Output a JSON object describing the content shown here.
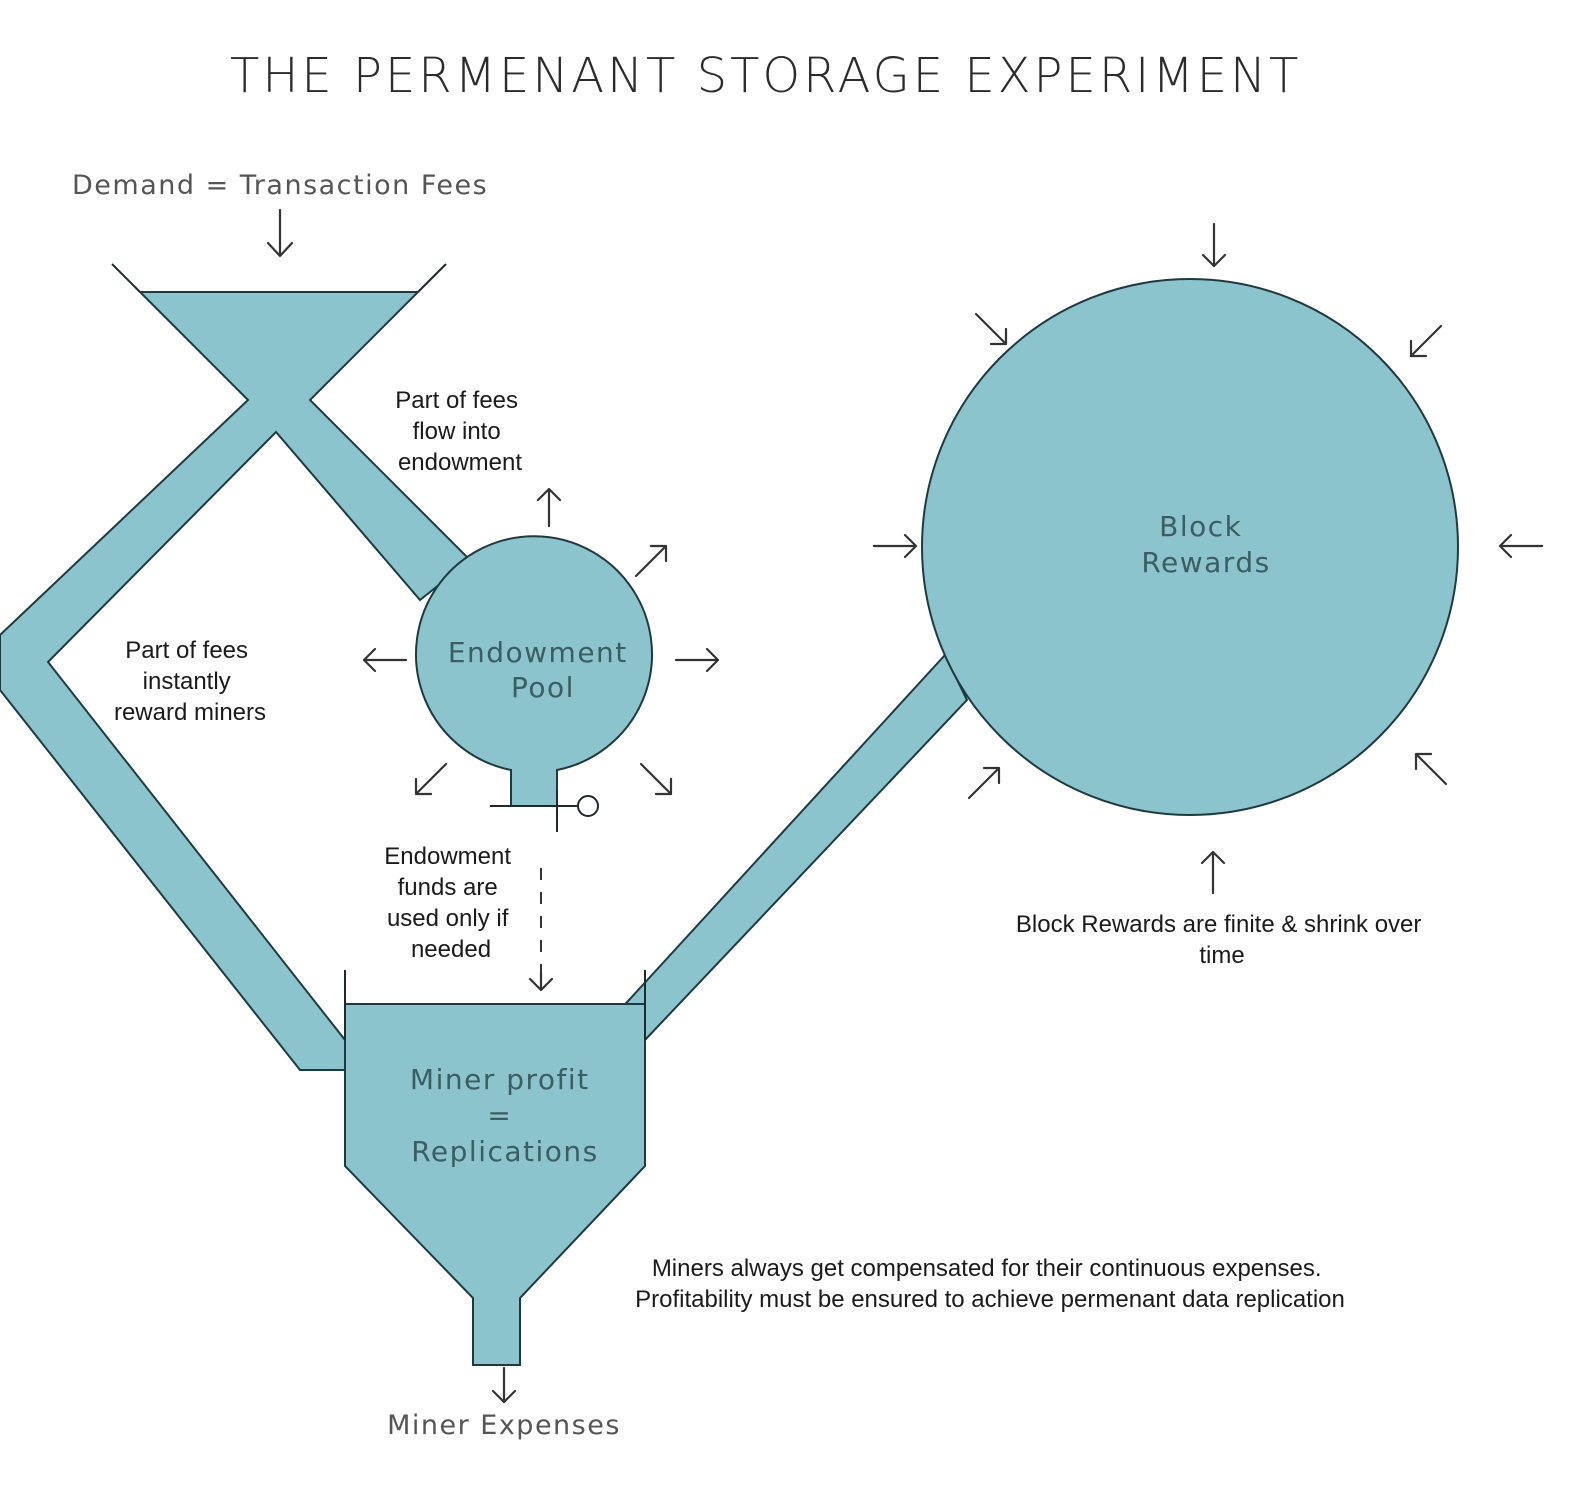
{
  "title": "THE PERMENANT STORAGE EXPERIMENT",
  "labels": {
    "demand": "Demand = Transaction Fees",
    "fees_endowment": [
      "Part of fees",
      "flow into",
      "endowment"
    ],
    "fees_miners": [
      "Part of fees",
      "instantly",
      "reward miners"
    ],
    "endowment_pool": [
      "Endowment",
      "Pool"
    ],
    "block_rewards": [
      "Block",
      "Rewards"
    ],
    "endowment_funds": [
      "Endowment",
      "funds are",
      "used only if",
      "needed"
    ],
    "block_rewards_note": [
      "Block Rewards are finite & shrink over",
      "time"
    ],
    "miner_profit": [
      "Miner profit",
      "=",
      "Replications"
    ],
    "miners_compensated": [
      "Miners always get compensated for their continuous expenses.",
      "Profitability must be ensured to achieve permenant data replication"
    ],
    "miner_expenses": "Miner Expenses"
  },
  "colors": {
    "fill": "#8cc4cd",
    "stroke": "#1f3a3f"
  }
}
